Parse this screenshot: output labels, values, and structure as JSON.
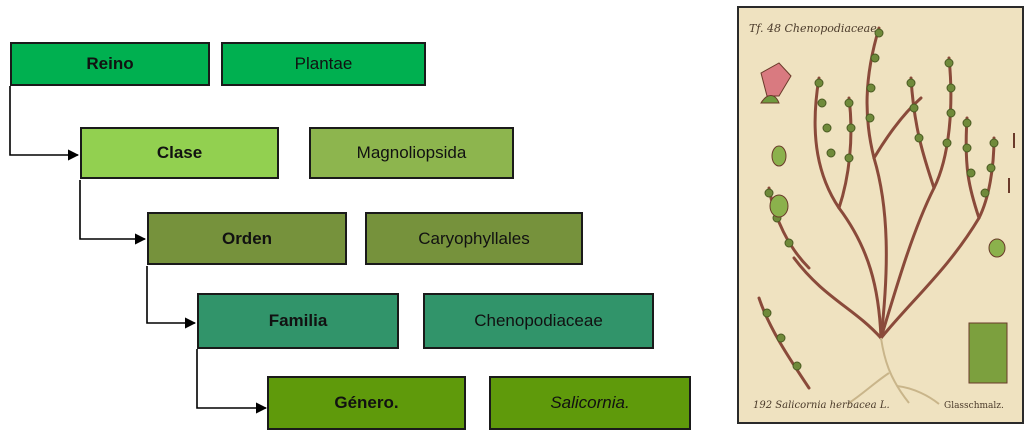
{
  "taxonomy": [
    {
      "rank": "Reino",
      "value": "Plantae",
      "color": "#00b050"
    },
    {
      "rank": "Clase",
      "value": "Magnoliopsida",
      "color_rank": "#92d050",
      "color_value": "#8db54e"
    },
    {
      "rank": "Orden",
      "value": "Caryophyllales",
      "color": "#76923c"
    },
    {
      "rank": "Familia",
      "value": "Chenopodiaceae",
      "color": "#31946a"
    },
    {
      "rank": "Género.",
      "value": "Salicornia.",
      "color": "#5f9a0b"
    }
  ],
  "illustration": {
    "plate_header": "Tf. 48 Chenopodiaceae.",
    "caption_left": "192 Salicornia herbacea L.",
    "caption_right": "Glasschmalz."
  }
}
